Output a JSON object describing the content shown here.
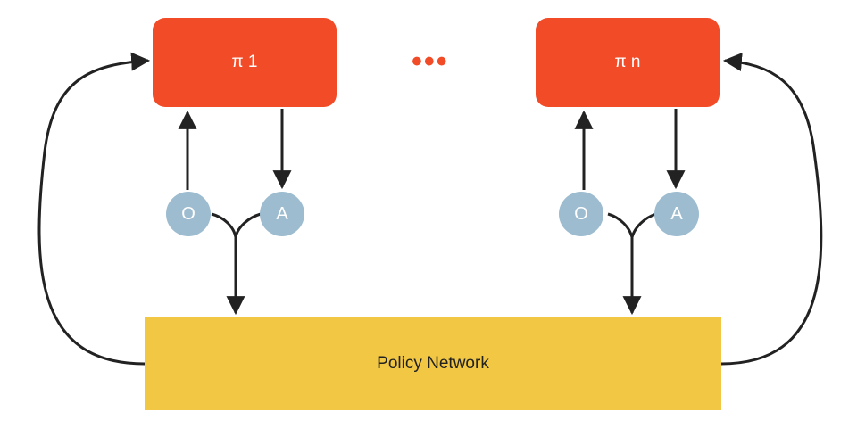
{
  "diagram": {
    "agent_left": {
      "label": "π 1"
    },
    "agent_right": {
      "label": "π n"
    },
    "ellipsis": "•••",
    "left_obs": "O",
    "left_act": "A",
    "right_obs": "O",
    "right_act": "A",
    "network": {
      "label": "Policy Network"
    },
    "colors": {
      "agent": "#f24b27",
      "node": "#9dbcd0",
      "network": "#f2c744",
      "arrow": "#222222"
    }
  }
}
